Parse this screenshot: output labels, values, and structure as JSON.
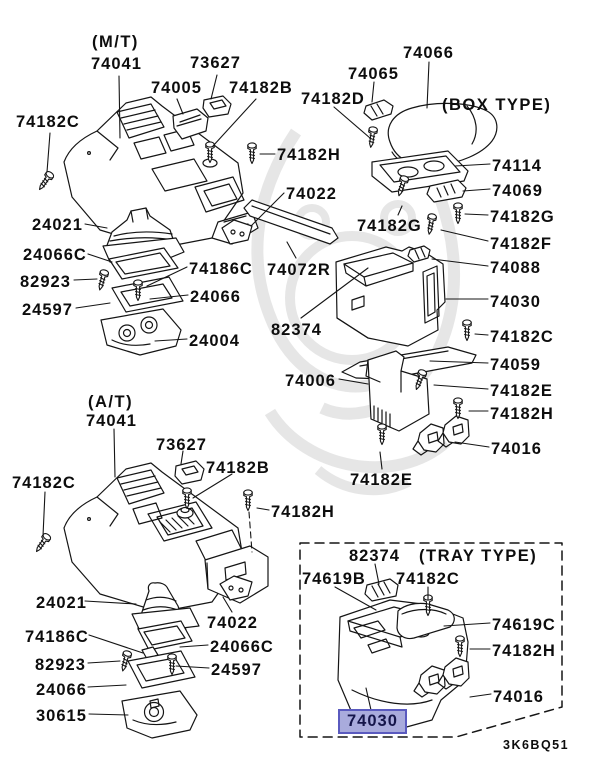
{
  "drawing_code": "3K6BQ51",
  "colors": {
    "line": "#151515",
    "highlight_bg": "#a9abdc",
    "highlight_border": "#5a5abf",
    "highlight_text": "#15154a",
    "watermark": "#c9c9c9"
  },
  "selected_part": "74030",
  "labels": {
    "mt_heading": "(M/T)",
    "mt_74041": "74041",
    "mt_73627": "73627",
    "mt_74005": "74005",
    "mt_74182B": "74182B",
    "mt_74182C": "74182C",
    "mt_74182H": "74182H",
    "mt_24021": "24021",
    "mt_24066C": "24066C",
    "mt_82923": "82923",
    "mt_24597": "24597",
    "mt_74186C": "74186C",
    "mt_24066": "24066",
    "mt_24004": "24004",
    "mid_74022": "74022",
    "mid_74072R": "74072R",
    "mid_82374": "82374",
    "mid_74006": "74006",
    "box_heading": "(BOX TYPE)",
    "box_74066": "74066",
    "box_74065": "74065",
    "box_74182D": "74182D",
    "box_74114": "74114",
    "box_74069": "74069",
    "box_74182G_a": "74182G",
    "box_74182G_b": "74182G",
    "box_74182F": "74182F",
    "box_74088": "74088",
    "box_74030": "74030",
    "box_74182C": "74182C",
    "box_74059": "74059",
    "box_74182E": "74182E",
    "box_74182H": "74182H",
    "box_74016": "74016",
    "box_74182E_b": "74182E",
    "at_heading": "(A/T)",
    "at_74041": "74041",
    "at_73627": "73627",
    "at_74182B": "74182B",
    "at_74182C": "74182C",
    "at_74182H": "74182H",
    "at_24021": "24021",
    "at_74022": "74022",
    "at_74186C": "74186C",
    "at_24066C": "24066C",
    "at_82923": "82923",
    "at_24597": "24597",
    "at_24066": "24066",
    "at_30615": "30615",
    "tray_heading": "(TRAY TYPE)",
    "tray_82374": "82374",
    "tray_74619B": "74619B",
    "tray_74182C": "74182C",
    "tray_74619C": "74619C",
    "tray_74182H": "74182H",
    "tray_74016": "74016",
    "tray_74030": "74030"
  }
}
